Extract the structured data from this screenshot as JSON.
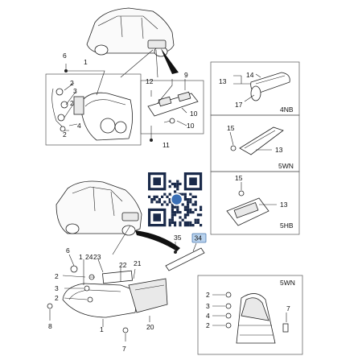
{
  "callouts": {
    "c1": "1",
    "c2": "2",
    "c3": "3",
    "c4": "4",
    "c6": "6",
    "c7": "7",
    "c8": "8",
    "c9": "9",
    "c10": "10",
    "c11": "11",
    "c12": "12",
    "c13": "13",
    "c14": "14",
    "c15": "15",
    "c17": "17",
    "c20": "20",
    "c21": "21",
    "c22": "22",
    "c23": "23",
    "c24": "24",
    "c34": "34",
    "c35": "35"
  },
  "variants": {
    "nb4": "4NB",
    "wn5": "5WN",
    "hb5": "5HB"
  },
  "colors": {
    "highlight": "#b9d3ee",
    "highlight_stroke": "#4a78b0",
    "qr": "#1a2a4a",
    "qr_badge": "#3a6fb5"
  },
  "icons": {
    "qr": "qr-code-icon"
  }
}
